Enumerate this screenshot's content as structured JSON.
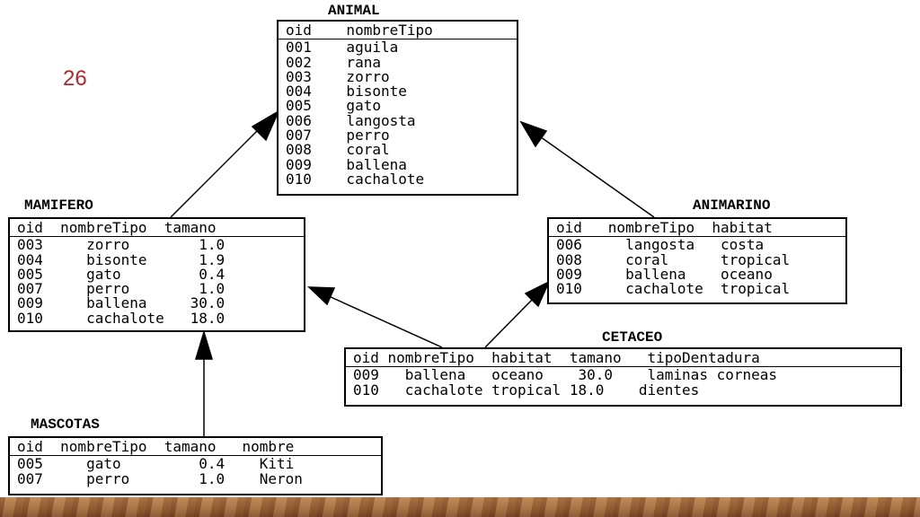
{
  "slide_number": "26",
  "tables": {
    "animal": {
      "title": "ANIMAL",
      "header": "oid    nombreTipo",
      "rows": [
        "001    aguila",
        "002    rana",
        "003    zorro",
        "004    bisonte",
        "005    gato",
        "006    langosta",
        "007    perro",
        "008    coral",
        "009    ballena",
        "010    cachalote"
      ]
    },
    "mamifero": {
      "title": "MAMIFERO",
      "header": "oid  nombreTipo  tamano",
      "rows": [
        "003     zorro        1.0",
        "004     bisonte      1.9",
        "005     gato         0.4",
        "007     perro        1.0",
        "009     ballena     30.0",
        "010     cachalote   18.0"
      ]
    },
    "animarino": {
      "title": "ANIMARINO",
      "header": "oid   nombreTipo  habitat",
      "rows": [
        "006     langosta   costa",
        "008     coral      tropical",
        "009     ballena    oceano",
        "010     cachalote  tropical"
      ]
    },
    "cetaceo": {
      "title": "CETACEO",
      "header": "oid nombreTipo  habitat  tamano   tipoDentadura",
      "rows": [
        "009   ballena   oceano    30.0    laminas corneas",
        "010   cachalote tropical 18.0    dientes"
      ]
    },
    "mascotas": {
      "title": "MASCOTAS",
      "header": "oid  nombreTipo  tamano   nombre",
      "rows": [
        "005     gato         0.4    Kiti",
        "007     perro        1.0    Neron"
      ]
    }
  }
}
